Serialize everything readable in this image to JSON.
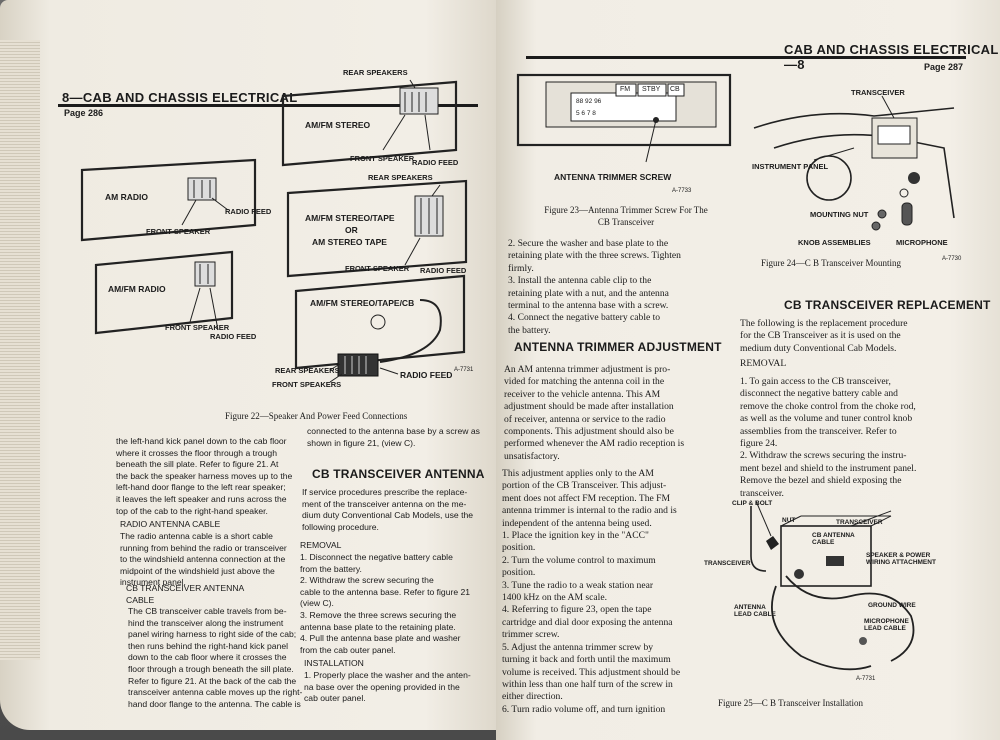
{
  "left_page": {
    "header": "8—CAB AND CHASSIS ELECTRICAL",
    "page_number": "Page 286",
    "diagram_labels": {
      "rear_speakers_1": "REAR SPEAKERS",
      "amfm_stereo": "AM/FM STEREO",
      "front_speaker_1": "FRONT SPEAKER",
      "radio_feed_1": "RADIO FEED",
      "am_radio": "AM RADIO",
      "radio_feed_2": "RADIO FEED",
      "front_speaker_2": "FRONT SPEAKER",
      "rear_speakers_2": "REAR SPEAKERS",
      "amfm_stereo_tape": "AM/FM STEREO/TAPE",
      "or": "OR",
      "am_stereo_tape": "AM STEREO TAPE",
      "front_speaker_3": "FRONT SPEAKER",
      "radio_feed_3": "RADIO FEED",
      "amfm_radio": "AM/FM RADIO",
      "front_speaker_4": "FRONT SPEAKER",
      "radio_feed_4": "RADIO FEED",
      "amfm_stereo_tape_cb": "AM/FM STEREO/TAPE/CB",
      "rear_speakers_3": "REAR SPEAKERS",
      "front_speakers": "FRONT SPEAKERS",
      "radio_feed_5": "RADIO FEED",
      "fig_code": "A-7731"
    },
    "figure_caption": "Figure 22—Speaker And Power Feed Connections",
    "col1_para1": "the left-hand kick panel down to the cab floor\nwhere it crosses the floor through a trough\nbeneath the sill plate. Refer to figure 21. At\nthe back the speaker harness moves up to the\nleft-hand door flange to the left rear speaker;\nit leaves the left speaker and runs across the\ntop of the cab to the right-hand speaker.",
    "col1_sub1": "RADIO ANTENNA CABLE",
    "col1_para2": "The radio antenna cable is a short cable\nrunning from behind the radio or transceiver\nto the windshield antenna connection at the\nmidpoint of the windshield just above the\ninstrument panel.",
    "col1_sub2": "CB TRANSCEIVER ANTENNA\nCABLE",
    "col1_para3": "The CB transceiver cable travels from be-\nhind the transceiver along the instrument\npanel wiring harness to right side of the cab;\nthen runs behind the right-hand kick panel\ndown to the cab floor where it crosses the\nfloor through a trough beneath the sill plate.\nRefer to figure 21. At the back of the cab the\ntransceiver antenna cable moves up the right-\nhand door flange to the antenna. The cable is",
    "col2_para1": "connected to the antenna base by a screw as\nshown in figure 21, (view C).",
    "col2_heading": "CB TRANSCEIVER ANTENNA",
    "col2_para2": "If service procedures prescribe the replace-\nment of the transceiver antenna on the me-\ndium duty Conventional Cab Models, use the\nfollowing procedure.",
    "col2_removal": "REMOVAL",
    "col2_steps": "1. Disconnect the negative battery cable\nfrom the battery.\n2. Withdraw the screw securing the\ncable to the antenna base. Refer to figure 21\n(view C).\n3. Remove the three screws securing the\nantenna base plate to the retaining plate.\n4. Pull the antenna base plate and washer\nfrom the cab outer panel.",
    "col2_installation": "INSTALLATION",
    "col2_install_step": "1. Properly place the washer and the anten-\nna base over the opening provided in the\ncab outer panel."
  },
  "right_page": {
    "header": "CAB AND CHASSIS ELECTRICAL—8",
    "page_number": "Page 287",
    "radio_face": {
      "btn_fm": "FM",
      "btn_stby": "STBY",
      "btn_cb": "CB",
      "channels_row1": "88 92 96",
      "channels_row2": "5 6 7 8"
    },
    "fig23_label": "ANTENNA TRIMMER SCREW",
    "fig23_code": "A-7733",
    "fig23_caption": "Figure 23—Antenna Trimmer Screw For The\nCB Transceiver",
    "col1_para1": "2. Secure the washer and base plate to the\nretaining plate with the three screws. Tighten\nfirmly.\n3. Install the antenna cable clip to the\nretaining plate with a nut, and the antenna\nterminal to the antenna base with a screw.\n4. Connect the negative battery cable to\nthe battery.",
    "col1_heading": "ANTENNA TRIMMER ADJUSTMENT",
    "col1_para2": "An AM antenna trimmer adjustment is pro-\nvided for matching the antenna coil in the\nreceiver to the vehicle antenna. This AM\nadjustment should be made after installation\nof receiver, antenna or service to the radio\ncomponents. This adjustment should also be\nperformed whenever the AM radio reception is\nunsatisfactory.",
    "col1_para3": "This adjustment applies only to the AM\nportion of the CB Transceiver. This adjust-\nment does not affect FM reception. The FM\nantenna trimmer is internal to the radio and is\nindependent of the antenna being used.\n1. Place the ignition key in the \"ACC\"\nposition.\n2. Turn the volume control to maximum\nposition.\n3. Tune the radio to a weak station near\n1400 kHz on the AM scale.\n4. Referring to figure 23, open the tape\ncartridge and dial door exposing the antenna\ntrimmer screw.\n5. Adjust the antenna trimmer screw by\nturning it back and forth until the maximum\nvolume is received. This adjustment should be\nwithin less than one half turn of the screw in\neither direction.\n6. Turn radio volume off, and turn ignition",
    "fig24_labels": {
      "transceiver": "TRANSCEIVER",
      "instrument_panel": "INSTRUMENT PANEL",
      "mounting_nut": "MOUNTING NUT",
      "knob_assemblies": "KNOB ASSEMBLIES",
      "microphone": "MICROPHONE",
      "code": "A-7730"
    },
    "fig24_caption": "Figure 24—C B Transceiver Mounting",
    "col2_heading": "CB TRANSCEIVER REPLACEMENT",
    "col2_para1": "The following is the replacement procedure\nfor the CB Transceiver as it is used on the\nmedium duty Conventional Cab Models.",
    "col2_removal": "REMOVAL",
    "col2_steps": "1. To gain access to the CB transceiver,\ndisconnect the negative battery cable and\nremove the choke control from the choke rod,\nas well as the volume and tuner control knob\nassemblies from the transceiver. Refer to\nfigure 24.\n2. Withdraw the screws securing the instru-\nment bezel and shield to the instrument panel.\nRemove the bezel and shield exposing the\ntransceiver.",
    "fig25_labels": {
      "clip_bolt": "CLIP & BOLT",
      "nut": "NUT",
      "transceiver_top": "TRANSCEIVER",
      "cb_antenna_cable": "CB ANTENNA\nCABLE",
      "speaker_power": "SPEAKER & POWER\nWIRING ATTACHMENT",
      "transceiver_left": "TRANSCEIVER",
      "ground_wire": "GROUND WIRE",
      "antenna_lead_cable": "ANTENNA\nLEAD CABLE",
      "microphone_lead_cable": "MICROPHONE\nLEAD CABLE",
      "code": "A-7731"
    },
    "fig25_caption": "Figure 25—C B Transceiver Installation"
  }
}
